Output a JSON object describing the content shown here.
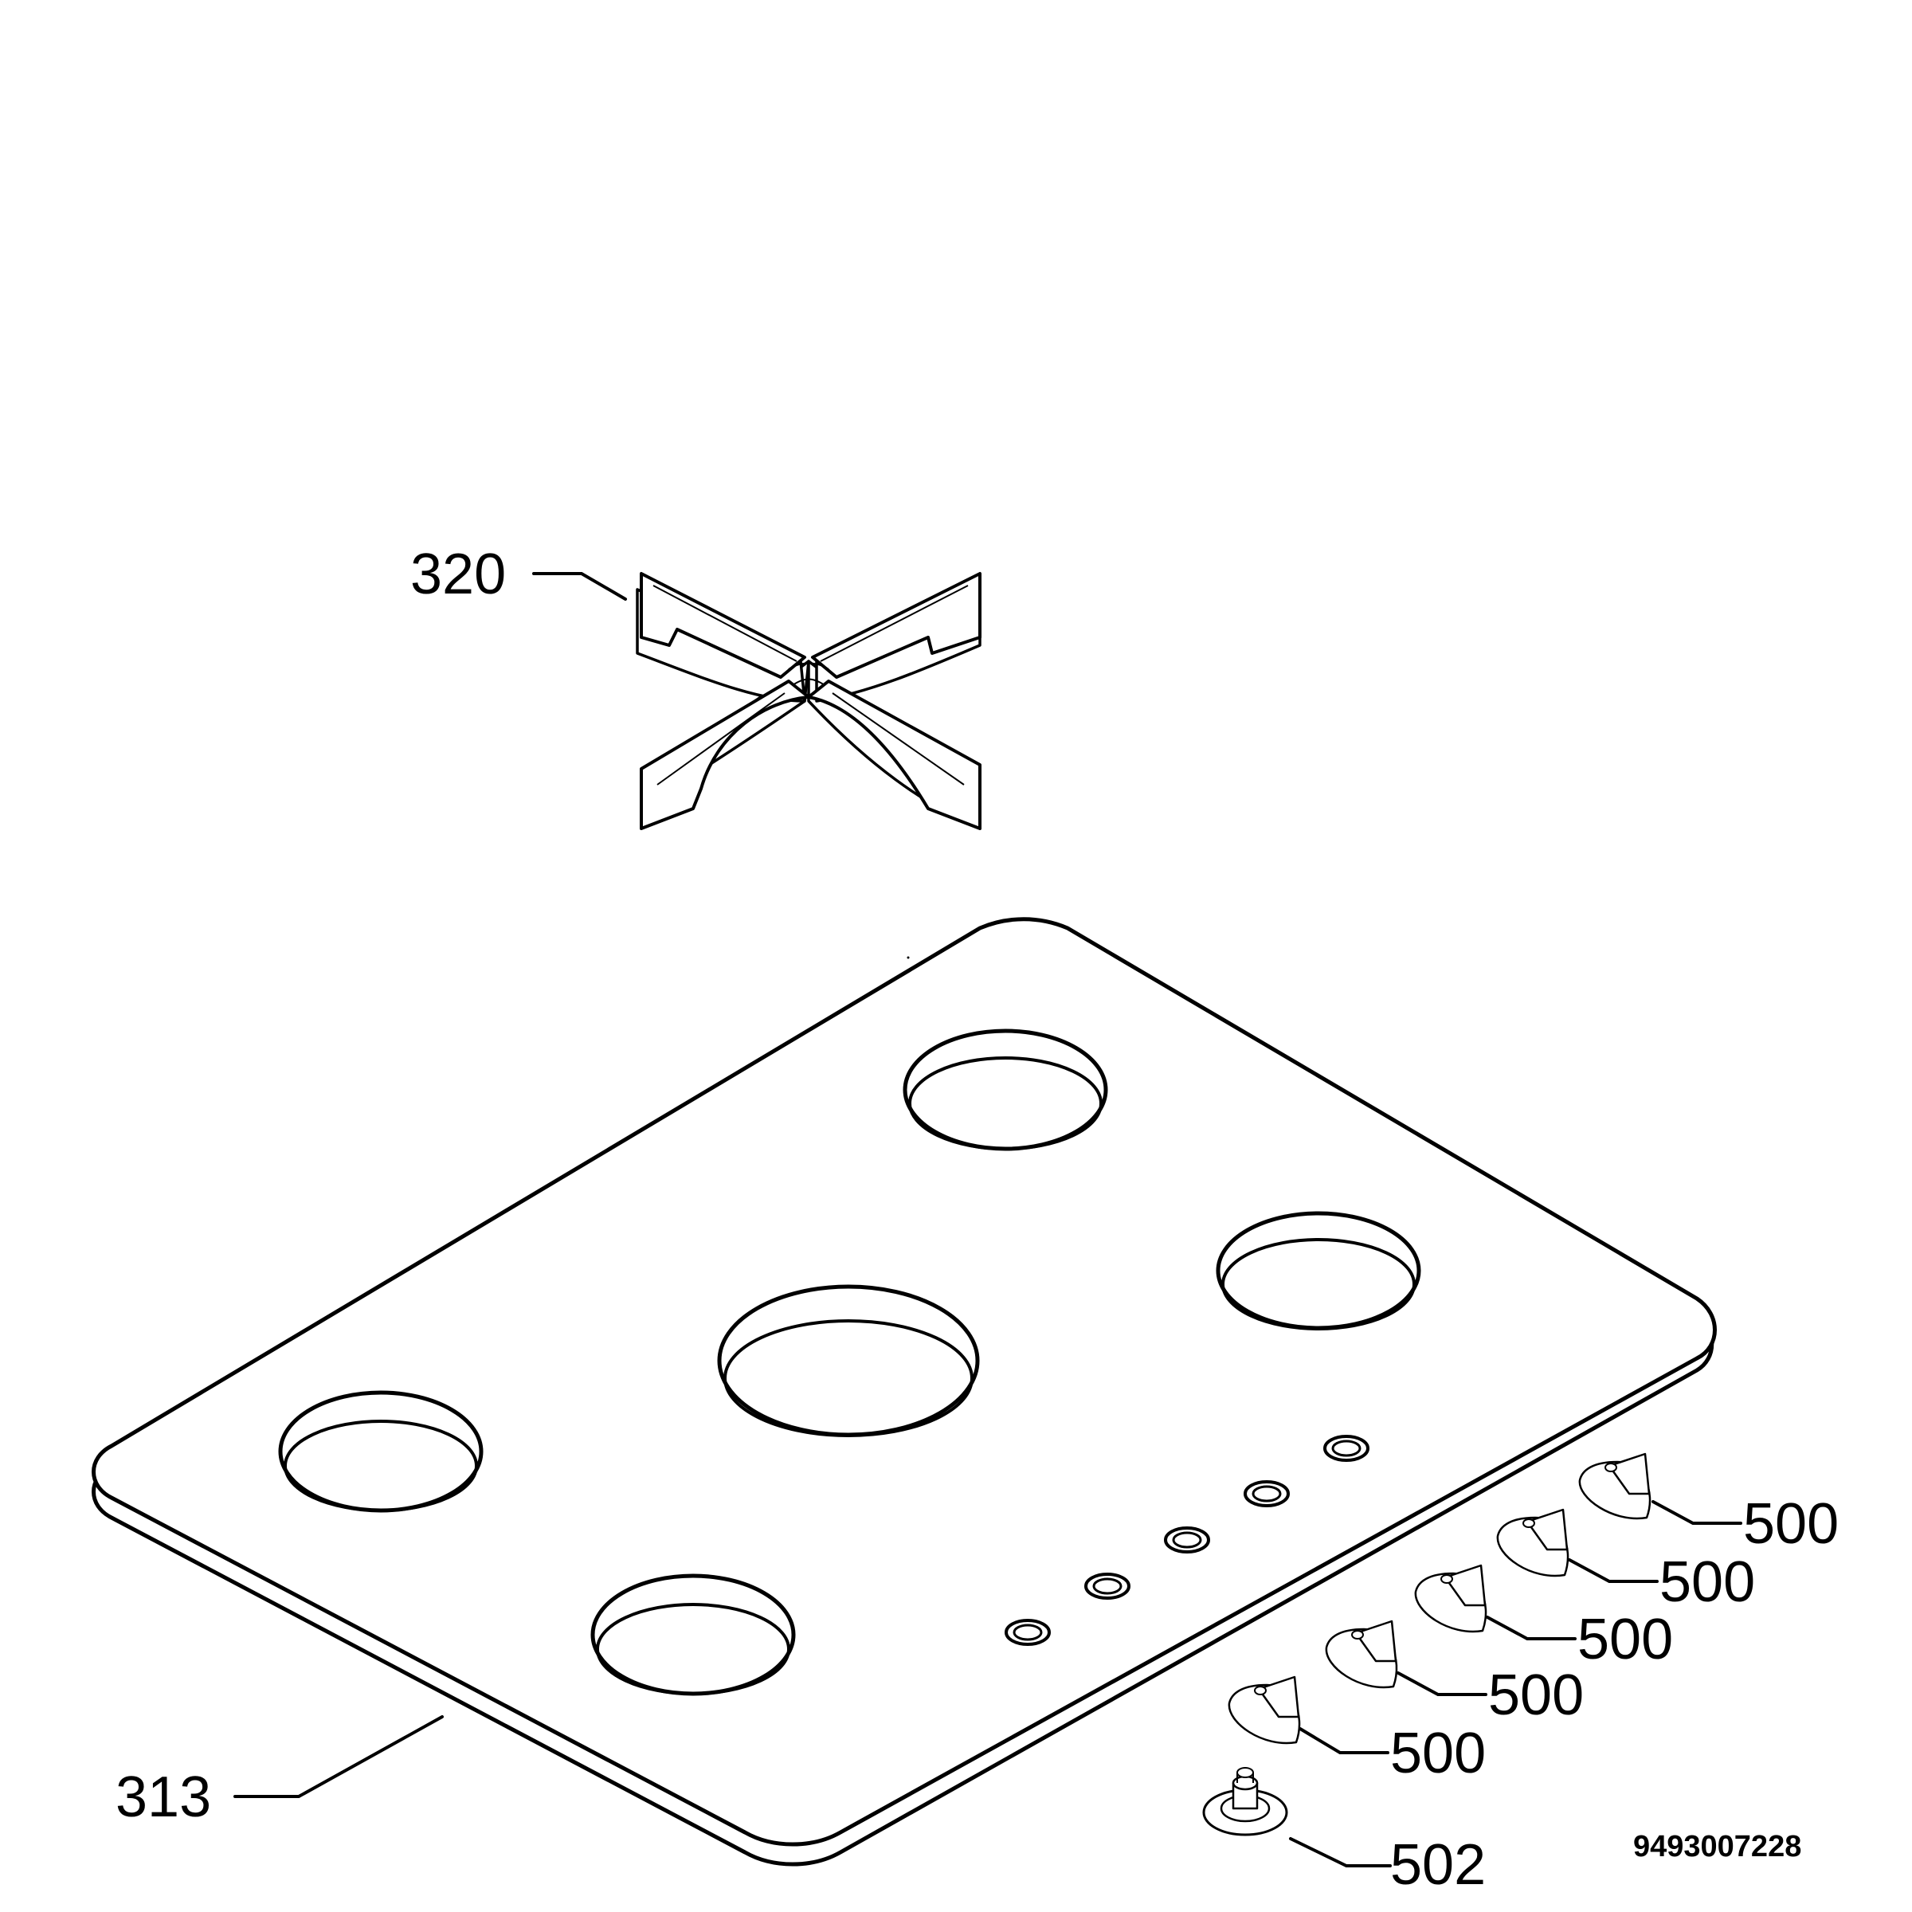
{
  "diagram": {
    "drawing_number": "9493007228",
    "callouts": {
      "pan_support": "320",
      "hob_top": "313",
      "knob_1": "500",
      "knob_2": "500",
      "knob_3": "500",
      "knob_4": "500",
      "knob_5": "500",
      "spindle_adapter": "502"
    },
    "colors": {
      "line": "#000000",
      "background": "#ffffff"
    }
  }
}
